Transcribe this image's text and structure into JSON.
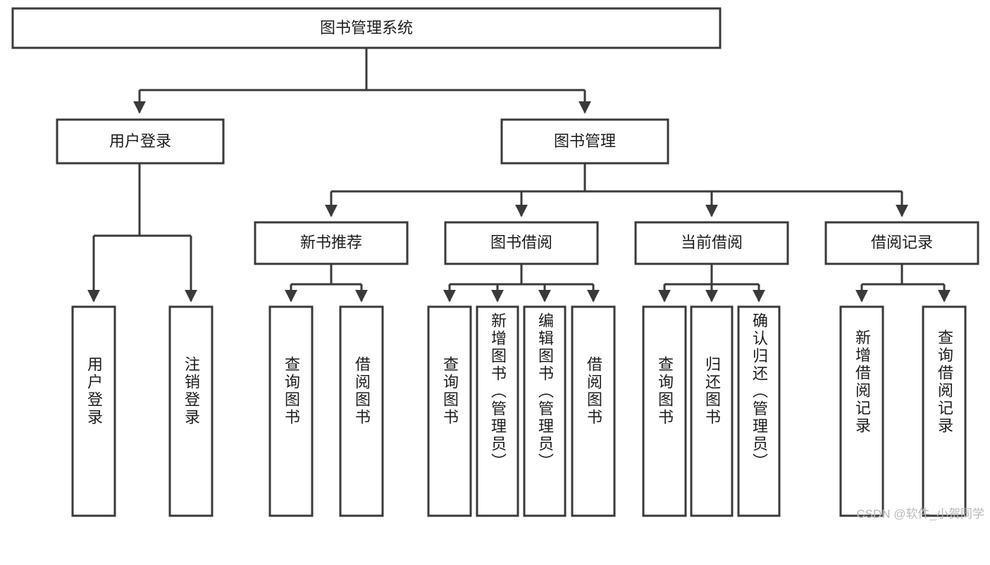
{
  "diagram": {
    "title": "图书管理系统",
    "type": "tree-hierarchy-diagram",
    "colors": {
      "box_stroke": "#3a3a3a",
      "box_fill": "#ffffff",
      "text": "#1d1d1d",
      "background": "#ffffff",
      "watermark": "#b9b9b9"
    },
    "root": {
      "label": "图书管理系统"
    },
    "level2": [
      {
        "label": "用户登录"
      },
      {
        "label": "图书管理"
      }
    ],
    "level3": [
      {
        "label": "新书推荐"
      },
      {
        "label": "图书借阅"
      },
      {
        "label": "当前借阅"
      },
      {
        "label": "借阅记录"
      }
    ],
    "leaves": {
      "user_login": [
        {
          "label": "用户登录"
        },
        {
          "label": "注销登录"
        }
      ],
      "new_book_recommend": [
        {
          "label": "查询图书"
        },
        {
          "label": "借阅图书"
        }
      ],
      "book_borrow": [
        {
          "label": "查询图书"
        },
        {
          "label": "新增图书（管理员）"
        },
        {
          "label": "编辑图书（管理员）"
        },
        {
          "label": "借阅图书"
        }
      ],
      "current_borrow": [
        {
          "label": "查询图书"
        },
        {
          "label": "归还图书"
        },
        {
          "label": "确认归还（管理员）"
        }
      ],
      "borrow_record": [
        {
          "label": "新增借阅记录"
        },
        {
          "label": "查询借阅记录"
        }
      ]
    },
    "watermark": "CSDN @软件_小贺同学"
  }
}
